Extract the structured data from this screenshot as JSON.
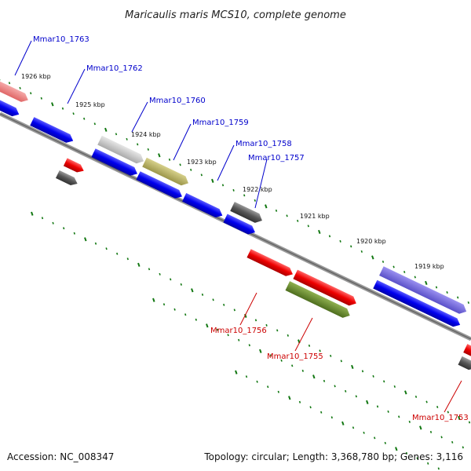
{
  "title": "Maricaulis maris MCS10, complete genome",
  "footer": {
    "accession": "Accession: NC_008347",
    "summary": "Topology: circular; Length: 3,368,780 bp; Genes: 3,116"
  },
  "ticks": [
    "1926 kbp",
    "1925 kbp",
    "1924 kbp",
    "1923 kbp",
    "1922 kbp",
    "1921 kbp",
    "1920 kbp",
    "1919 kbp"
  ],
  "labels_top": [
    "Mmar10_1763",
    "Mmar10_1762",
    "Mmar10_1760",
    "Mmar10_1759",
    "Mmar10_1758",
    "Mmar10_1757"
  ],
  "labels_bottom": [
    "Mmar10_1756",
    "Mmar10_1755",
    "Mmar10_1753"
  ],
  "colors": {
    "blue": "#1010e8",
    "red": "#ee0000",
    "gray": "#555555",
    "label_blue": "#0000cc",
    "label_red": "#cc0000",
    "tick_green": "#117711"
  }
}
